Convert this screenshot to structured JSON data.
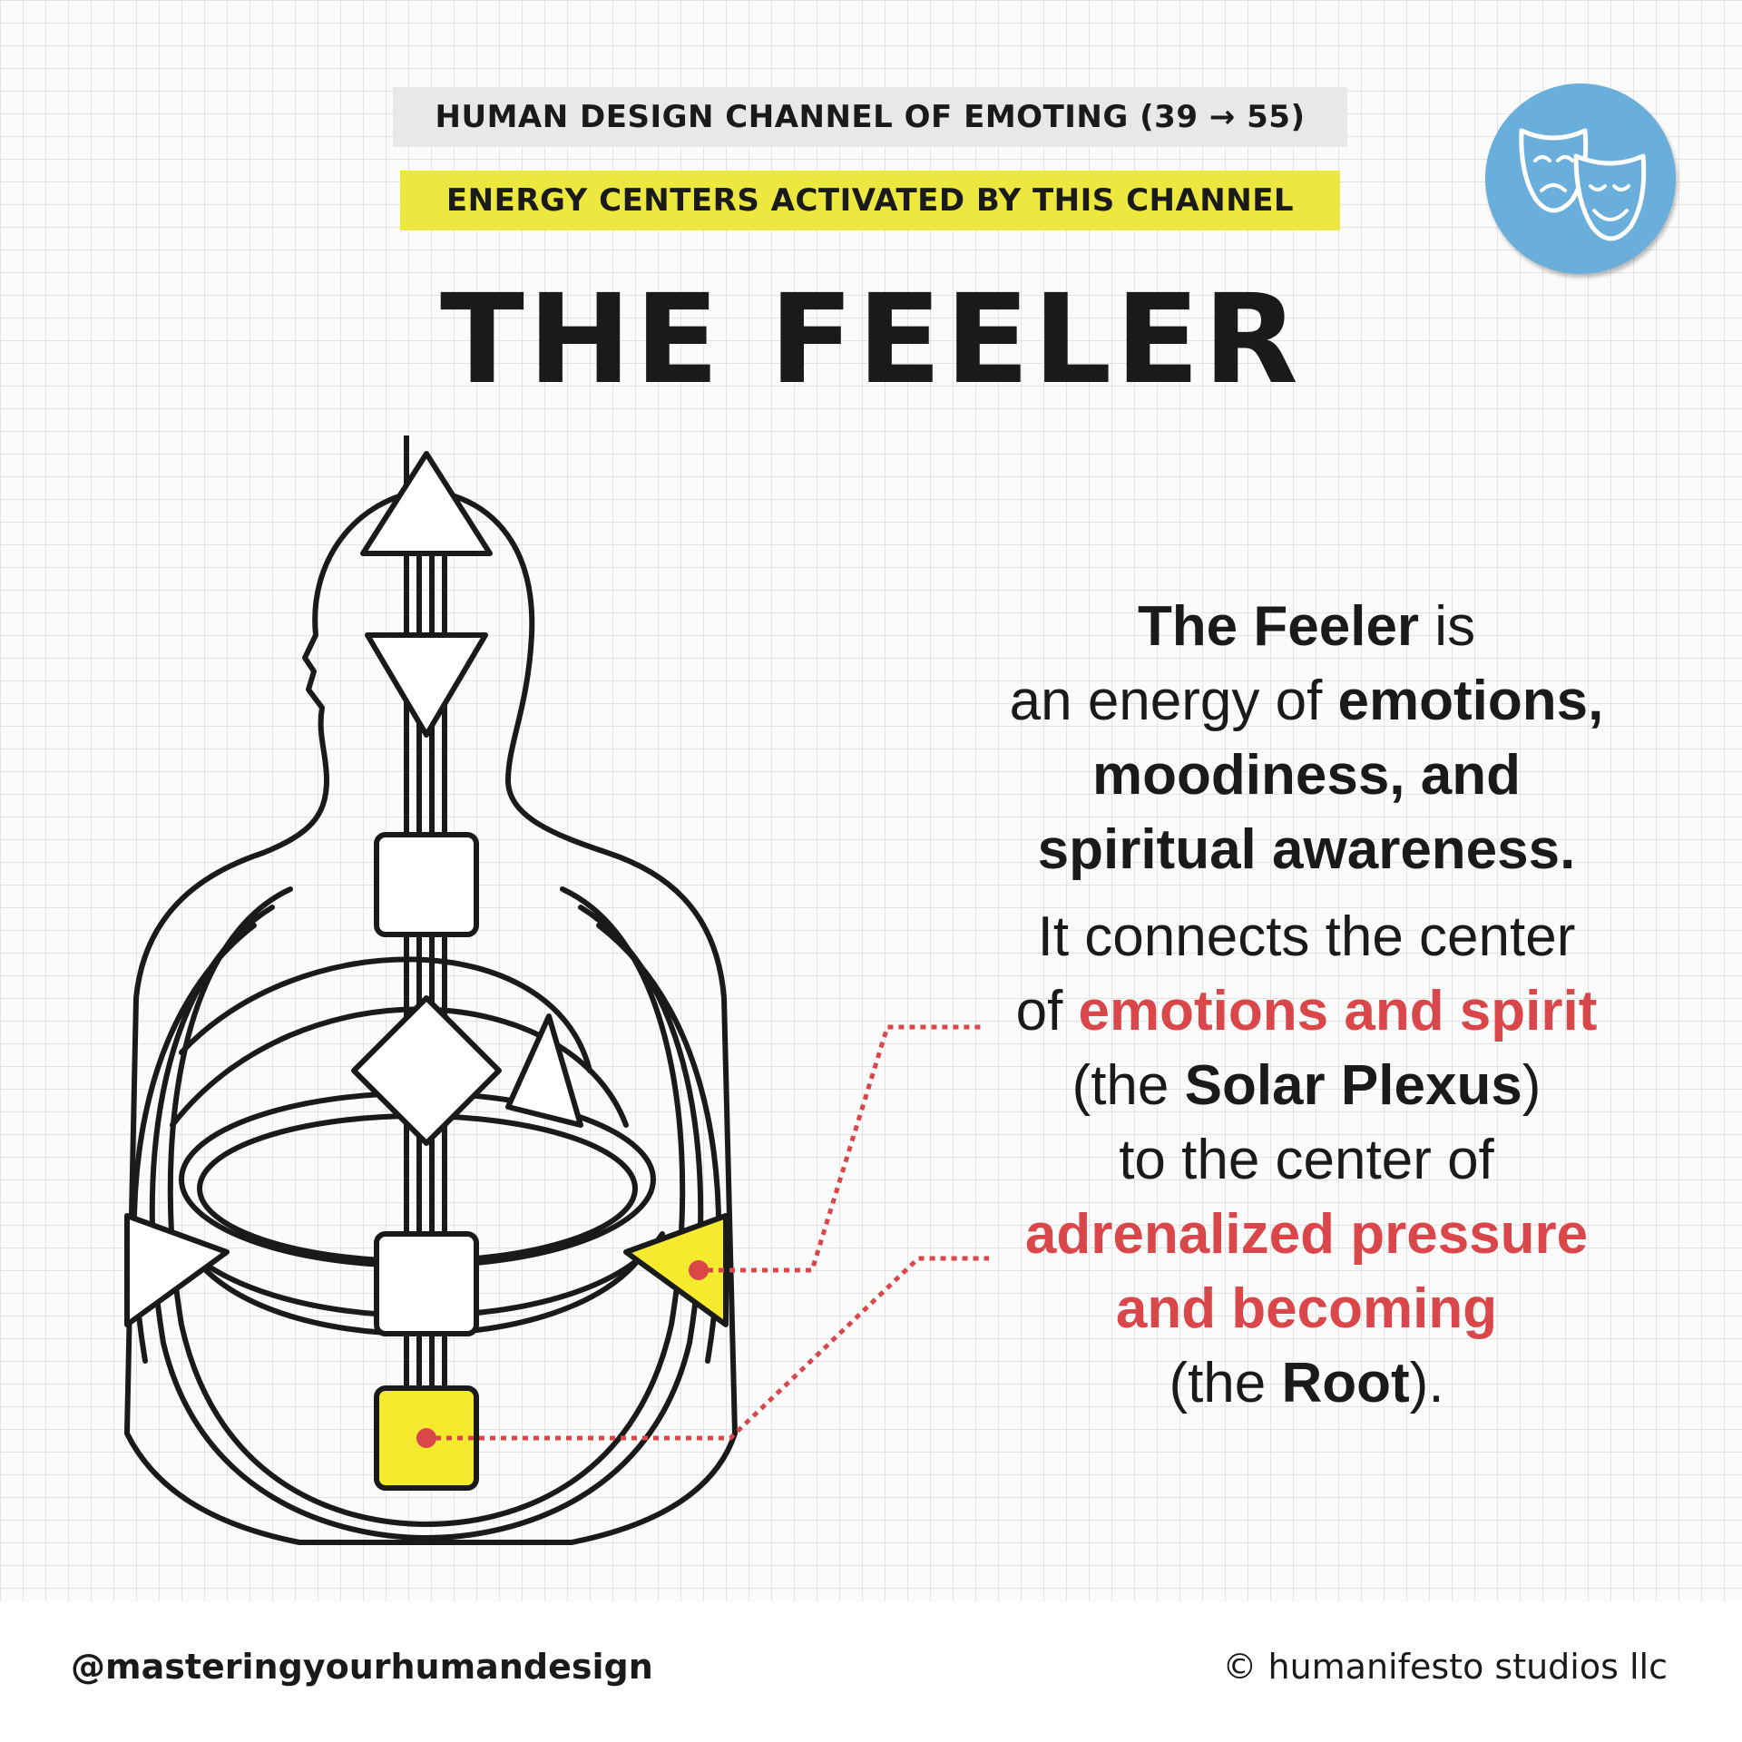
{
  "header": {
    "channel_badge": "HUMAN DESIGN CHANNEL OF EMOTING (39 → 55)",
    "centers_badge": "ENERGY CENTERS ACTIVATED BY THIS CHANNEL",
    "title": "THE FEELER"
  },
  "icon": {
    "name": "theater-masks-icon",
    "circle_color": "#6aafdc"
  },
  "description": {
    "line1": {
      "bold": "The Feeler",
      "rest": " is"
    },
    "line2": {
      "plain": "an energy of ",
      "bold": "emotions,"
    },
    "line3": {
      "bold": "moodiness, and"
    },
    "line4": {
      "bold": "spiritual awareness."
    },
    "line5": {
      "plain": "It connects the center"
    },
    "line6": {
      "plain": "of ",
      "red": "emotions and spirit"
    },
    "line7": {
      "pre": "(the ",
      "bold": "Solar Plexus",
      "post": ")"
    },
    "line8": {
      "plain": "to the center of"
    },
    "line9": {
      "red": "adrenalized pressure"
    },
    "line10": {
      "red": "and becoming"
    },
    "line11": {
      "pre": "(the ",
      "bold": "Root",
      "post": ")."
    }
  },
  "highlight_centers": [
    "Solar Plexus",
    "Root"
  ],
  "colors": {
    "highlight": "#f5ea2e",
    "accent_red": "#d9474a",
    "yellow_badge": "#ece83f",
    "gray_badge": "#e8e8e8"
  },
  "footer": {
    "handle": "@masteringyourhumandesign",
    "copyright": "© humanifesto studios llc"
  }
}
